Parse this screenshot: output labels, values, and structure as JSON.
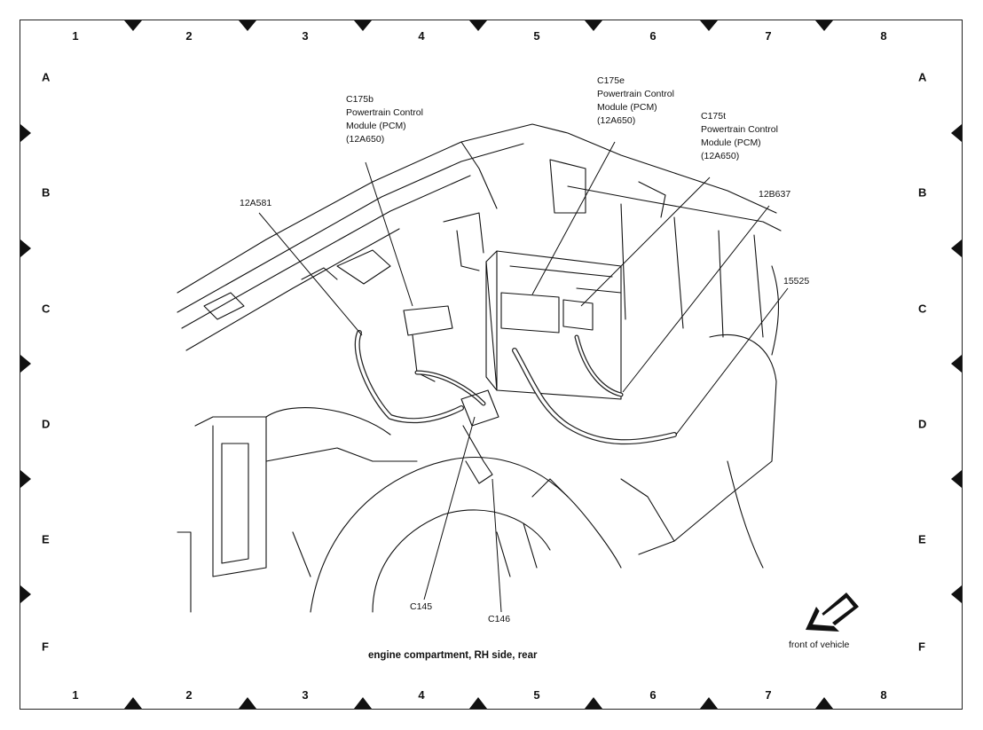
{
  "grid": {
    "columns": [
      "1",
      "2",
      "3",
      "4",
      "5",
      "6",
      "7",
      "8"
    ],
    "rows": [
      "A",
      "B",
      "C",
      "D",
      "E",
      "F"
    ]
  },
  "callouts": {
    "c175b": [
      "C175b",
      "Powertrain Control",
      "Module (PCM)",
      "(12A650)"
    ],
    "c175e": [
      "C175e",
      "Powertrain Control",
      "Module (PCM)",
      "(12A650)"
    ],
    "c175t": [
      "C175t",
      "Powertrain Control",
      "Module (PCM)",
      "(12A650)"
    ],
    "a581": "12A581",
    "b637": "12B637",
    "n15525": "15525",
    "c145": "C145",
    "c146": "C146"
  },
  "caption": "engine compartment, RH side, rear",
  "front_label": "front of vehicle",
  "icons": [
    "front-arrow-icon",
    "grid-marker-triangle-icon"
  ]
}
